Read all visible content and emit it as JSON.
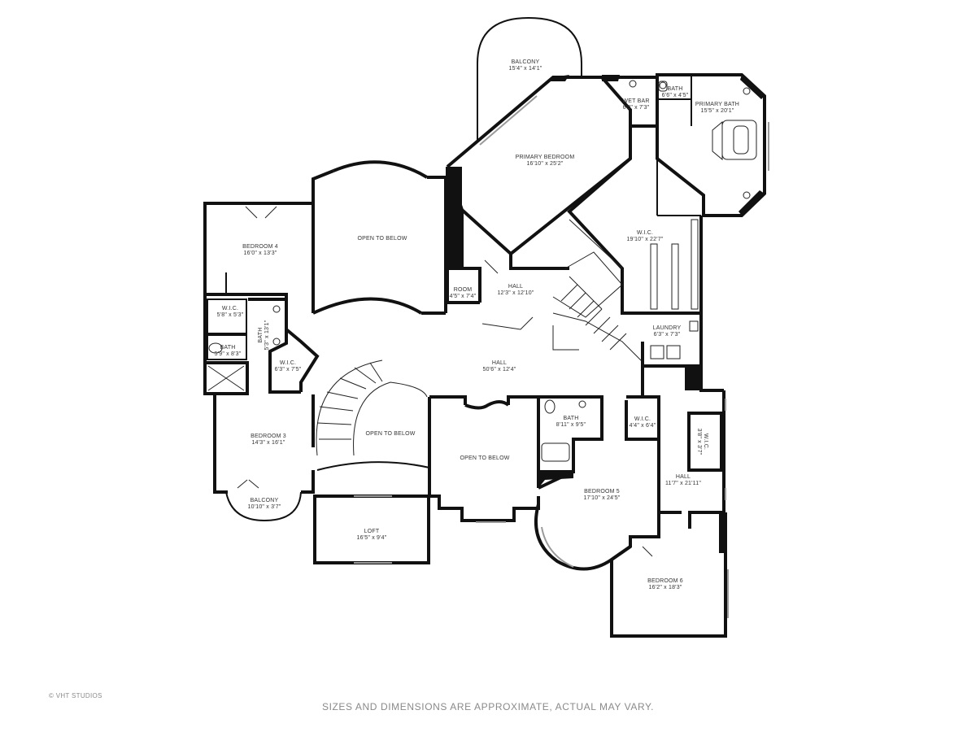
{
  "rooms": [
    {
      "id": "balcony-top",
      "name": "BALCONY",
      "dims": "15'4\" x 14'1\""
    },
    {
      "id": "wet-bar",
      "name": "WET BAR",
      "dims": "6'0\" x 7'3\""
    },
    {
      "id": "bath-small",
      "name": "BATH",
      "dims": "6'6\" x 4'5\""
    },
    {
      "id": "primary-bath",
      "name": "PRIMARY BATH",
      "dims": "15'5\" x 20'1\""
    },
    {
      "id": "primary-bedroom",
      "name": "PRIMARY BEDROOM",
      "dims": "16'10\" x 25'2\""
    },
    {
      "id": "wic-primary",
      "name": "W.I.C.",
      "dims": "19'10\" x 22'7\""
    },
    {
      "id": "bedroom-4",
      "name": "BEDROOM 4",
      "dims": "16'0\" x 13'3\""
    },
    {
      "id": "open-below-1",
      "name": "OPEN TO BELOW",
      "dims": ""
    },
    {
      "id": "room",
      "name": "ROOM",
      "dims": "4'5\" x 7'4\""
    },
    {
      "id": "hall-upper",
      "name": "HALL",
      "dims": "12'3\" x 12'10\""
    },
    {
      "id": "laundry",
      "name": "LAUNDRY",
      "dims": "6'3\" x 7'3\""
    },
    {
      "id": "wic-b4",
      "name": "W.I.C.",
      "dims": "5'8\" x 5'3\""
    },
    {
      "id": "bath-b4",
      "name": "BATH",
      "dims": "5'9\" x 8'3\""
    },
    {
      "id": "bath-vertical",
      "name": "BATH",
      "dims": "5'3\" x 13'1\""
    },
    {
      "id": "wic-mid",
      "name": "W.I.C.",
      "dims": "6'3\" x 7'5\""
    },
    {
      "id": "hall-main",
      "name": "HALL",
      "dims": "50'6\" x 12'4\""
    },
    {
      "id": "open-below-2",
      "name": "OPEN TO BELOW",
      "dims": ""
    },
    {
      "id": "open-below-3",
      "name": "OPEN TO BELOW",
      "dims": ""
    },
    {
      "id": "bath-b5",
      "name": "BATH",
      "dims": "8'11\" x 9'5\""
    },
    {
      "id": "wic-b5",
      "name": "W.I.C.",
      "dims": "4'4\" x 6'4\""
    },
    {
      "id": "wic-hall",
      "name": "W.I.C.",
      "dims": "3'8\" x 3'7\""
    },
    {
      "id": "bedroom-3",
      "name": "BEDROOM 3",
      "dims": "14'3\" x 16'1\""
    },
    {
      "id": "bedroom-5",
      "name": "BEDROOM 5",
      "dims": "17'10\" x 24'5\""
    },
    {
      "id": "hall-east",
      "name": "HALL",
      "dims": "11'7\" x 21'11\""
    },
    {
      "id": "balcony-bottom",
      "name": "BALCONY",
      "dims": "10'10\" x 3'7\""
    },
    {
      "id": "loft",
      "name": "LOFT",
      "dims": "16'5\" x 9'4\""
    },
    {
      "id": "bedroom-6",
      "name": "BEDROOM 6",
      "dims": "16'2\" x 18'3\""
    }
  ],
  "footer": {
    "disclaimer": "SIZES AND DIMENSIONS ARE APPROXIMATE, ACTUAL MAY VARY.",
    "brand": "© VHT STUDIOS"
  }
}
